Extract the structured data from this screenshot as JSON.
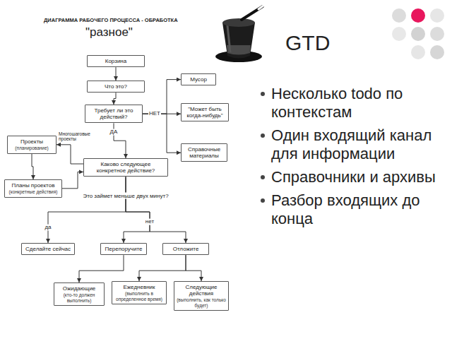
{
  "diagram": {
    "title": "GTD",
    "nodes": [
      {
        "text": [
          "Корзина"
        ]
      },
      {
        "text": [
          "Что это?"
        ]
      },
      {
        "text": [
          "Требует ли это действий?"
        ]
      },
      {
        "text": [
          "Мусор"
        ]
      },
      {
        "text": [
          "\"Может быть когда-нибудь\""
        ]
      },
      {
        "text": [
          "Справочные материалы"
        ]
      },
      {
        "text": [
          "Проекты",
          "(планирование)"
        ]
      },
      {
        "text": [
          "Планы проектов",
          "(конкретные действия)"
        ]
      },
      {
        "text": [
          "Каково следующее конкретное действие?"
        ]
      },
      {
        "text": [
          "Сделайте сейчас"
        ]
      },
      {
        "text": [
          "Перепоручите"
        ]
      },
      {
        "text": [
          "Отложите"
        ]
      },
      {
        "text": [
          "Ожидающие",
          "(кто-то должен выполнить)"
        ]
      },
      {
        "text": [
          "Ежедневник",
          "(выполнить в определенное время)"
        ]
      },
      {
        "text": [
          "Следующие действия",
          "(выполнить, как только будет)"
        ]
      }
    ],
    "edges": [
      {
        "from": 0,
        "to": 1,
        "arrow": "to"
      },
      {
        "from": 1,
        "to": 2,
        "arrow": "to"
      },
      {
        "from": 2,
        "to": 3,
        "arrow": "to"
      },
      {
        "from": 2,
        "to": 4,
        "arrow": "to",
        "label": "НЕТ"
      },
      {
        "from": 2,
        "to": 5,
        "arrow": "to"
      },
      {
        "from": 2,
        "to": 8,
        "arrow": "to",
        "label": "ДА"
      },
      {
        "from": 8,
        "to": 6,
        "arrow": "to",
        "label": "Многошаговые проекты"
      },
      {
        "from": 6,
        "to": 7,
        "arrow": "to"
      },
      {
        "from": 7,
        "to": 8,
        "arrow": "to"
      },
      {
        "from": 8,
        "to": 9,
        "arrow": "to",
        "label": "да"
      },
      {
        "from": 8,
        "to": 10,
        "arrow": "to",
        "label": "нет"
      },
      {
        "from": 8,
        "to": 11,
        "arrow": "to"
      },
      {
        "from": 10,
        "to": 12,
        "arrow": "to"
      },
      {
        "from": 11,
        "to": 13,
        "arrow": "to"
      },
      {
        "from": 11,
        "to": 14,
        "arrow": "to"
      }
    ],
    "labels": [
      "ДИАГРАММА РАБОЧЕГО ПРОЦЕССА - ОБРАБОТКА",
      "\"разное\"",
      "Это займет меньше двух минут?",
      "Несколько todo по контекстам",
      "Один входящий канал для информации",
      "Справочники и архивы",
      "Разбор входящих до конца"
    ]
  }
}
